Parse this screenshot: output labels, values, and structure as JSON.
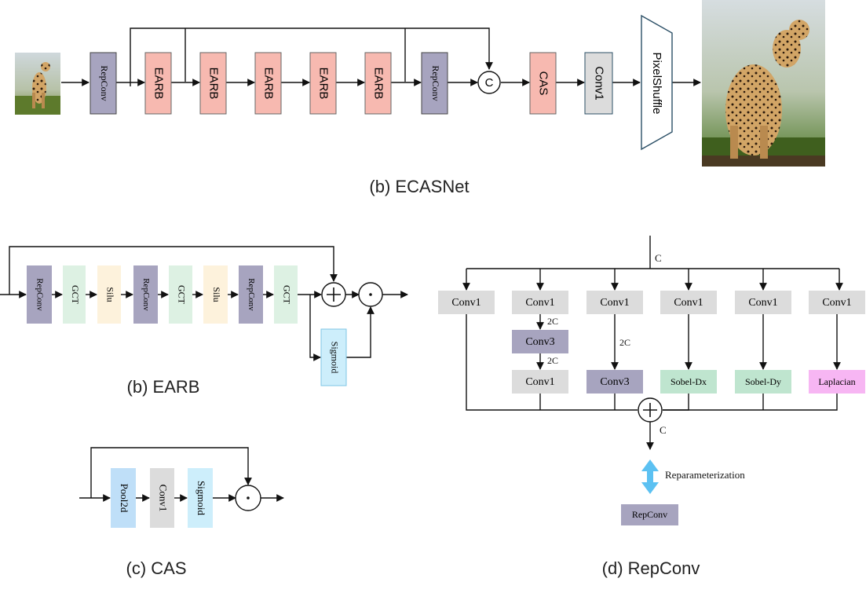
{
  "ecasnet": {
    "caption": "(b) ECASNet",
    "blocks": {
      "repconv1": "RepConv",
      "earb1": "EARB",
      "earb2": "EARB",
      "earb3": "EARB",
      "earb4": "EARB",
      "earb5": "EARB",
      "repconv2": "RepConv",
      "concat": "C",
      "cas": "CAS",
      "conv1": "Conv1",
      "pixelshuffle": "PixelShuffle"
    }
  },
  "earb": {
    "caption": "(b) EARB",
    "blocks": {
      "repconv1": "RepConv",
      "gct1": "GCT",
      "silu1": "Silu",
      "repconv2": "RepConv",
      "gct2": "GCT",
      "silu2": "Silu",
      "repconv3": "RepConv",
      "gct3": "GCT",
      "sigmoid": "Sigmoid"
    }
  },
  "cas": {
    "caption": "(c) CAS",
    "blocks": {
      "pool": "Pool2d",
      "conv1": "Conv1",
      "sigmoid": "Sigmoid"
    }
  },
  "repconv": {
    "caption": "(d) RepConv",
    "input_channels": "C",
    "output_channels": "C",
    "branch_labels": {
      "b1": "Conv1",
      "b2_top": "Conv1",
      "b2_mid": "Conv3",
      "b2_bot": "Conv1",
      "b3_top": "Conv1",
      "b3_bot": "Conv3",
      "b4_top": "Conv1",
      "b4_bot": "Sobel-Dx",
      "b5_top": "Conv1",
      "b5_bot": "Sobel-Dy",
      "b6_top": "Conv1",
      "b6_bot": "Laplacian"
    },
    "channel_labels": {
      "b2_a": "2C",
      "b2_b": "2C",
      "b3": "2C"
    },
    "reparam_label": "Reparameterization",
    "result": "RepConv"
  },
  "colors": {
    "repconv": "#a7a4bf",
    "earb": "#f7b9b0",
    "gct": "#ddf1e3",
    "silu": "#fdf2dc",
    "sigmoid": "#cdeefb",
    "pool": "#bfdff8",
    "conv_gray": "#dcdcdc",
    "conv3": "#a7a4bf",
    "sobel": "#bfe5cf",
    "laplacian": "#f7b6f3",
    "reparam_arrow": "#5cc1f2"
  }
}
